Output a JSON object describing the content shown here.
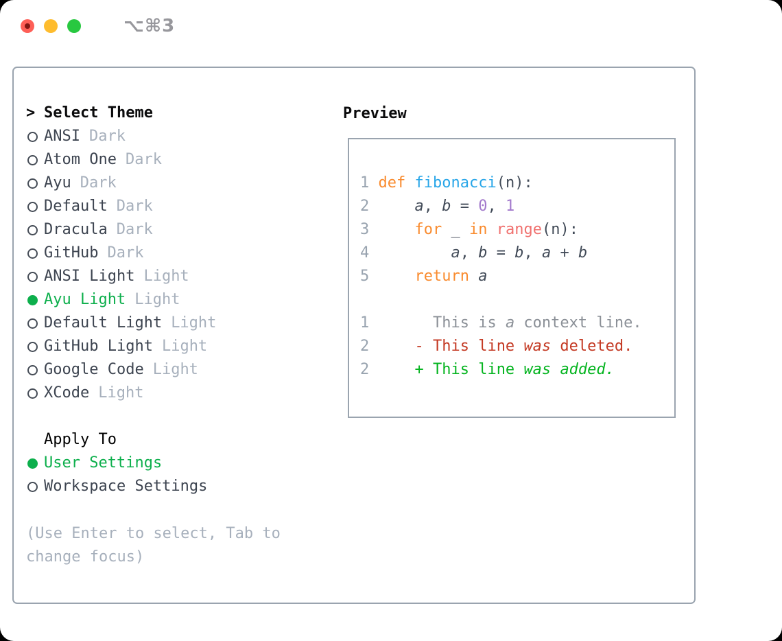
{
  "titlebar": {
    "shortcut": "⌥⌘3"
  },
  "theme_list": {
    "cursor": ">",
    "title": "Select Theme",
    "items": [
      {
        "name": "ANSI",
        "variant": "Dark",
        "selected": false
      },
      {
        "name": "Atom One",
        "variant": "Dark",
        "selected": false
      },
      {
        "name": "Ayu",
        "variant": "Dark",
        "selected": false
      },
      {
        "name": "Default",
        "variant": "Dark",
        "selected": false
      },
      {
        "name": "Dracula",
        "variant": "Dark",
        "selected": false
      },
      {
        "name": "GitHub",
        "variant": "Dark",
        "selected": false
      },
      {
        "name": "ANSI Light",
        "variant": "Light",
        "selected": false
      },
      {
        "name": "Ayu Light",
        "variant": "Light",
        "selected": true
      },
      {
        "name": "Default Light",
        "variant": "Light",
        "selected": false
      },
      {
        "name": "GitHub Light",
        "variant": "Light",
        "selected": false
      },
      {
        "name": "Google Code",
        "variant": "Light",
        "selected": false
      },
      {
        "name": "XCode",
        "variant": "Light",
        "selected": false
      }
    ]
  },
  "apply_to": {
    "title": "Apply To",
    "options": [
      {
        "label": "User Settings",
        "selected": true
      },
      {
        "label": "Workspace Settings",
        "selected": false
      }
    ]
  },
  "help": {
    "line1": "(Use Enter to select, Tab to",
    "line2": "change focus)"
  },
  "preview": {
    "title": "Preview",
    "lines": [
      [
        {
          "t": "1 ",
          "c": "ln"
        },
        {
          "t": "def",
          "c": "kw"
        },
        {
          "t": " ",
          "c": "p"
        },
        {
          "t": "fibonacci",
          "c": "fn"
        },
        {
          "t": "(n):",
          "c": "p"
        }
      ],
      [
        {
          "t": "2 ",
          "c": "ln"
        },
        {
          "t": "    ",
          "c": "p"
        },
        {
          "t": "a",
          "c": "var"
        },
        {
          "t": ", ",
          "c": "p"
        },
        {
          "t": "b",
          "c": "var"
        },
        {
          "t": " = ",
          "c": "p"
        },
        {
          "t": "0",
          "c": "num"
        },
        {
          "t": ", ",
          "c": "p"
        },
        {
          "t": "1",
          "c": "num"
        }
      ],
      [
        {
          "t": "3 ",
          "c": "ln"
        },
        {
          "t": "    ",
          "c": "p"
        },
        {
          "t": "for",
          "c": "kw"
        },
        {
          "t": " _ ",
          "c": "p"
        },
        {
          "t": "in",
          "c": "kw"
        },
        {
          "t": " ",
          "c": "p"
        },
        {
          "t": "range",
          "c": "call"
        },
        {
          "t": "(n):",
          "c": "p"
        }
      ],
      [
        {
          "t": "4 ",
          "c": "ln"
        },
        {
          "t": "        ",
          "c": "p"
        },
        {
          "t": "a",
          "c": "var"
        },
        {
          "t": ", ",
          "c": "p"
        },
        {
          "t": "b",
          "c": "var"
        },
        {
          "t": " = ",
          "c": "p"
        },
        {
          "t": "b",
          "c": "var"
        },
        {
          "t": ", ",
          "c": "p"
        },
        {
          "t": "a",
          "c": "var"
        },
        {
          "t": " + ",
          "c": "p"
        },
        {
          "t": "b",
          "c": "var"
        }
      ],
      [
        {
          "t": "5 ",
          "c": "ln"
        },
        {
          "t": "    ",
          "c": "p"
        },
        {
          "t": "return",
          "c": "kw"
        },
        {
          "t": " ",
          "c": "p"
        },
        {
          "t": "a",
          "c": "var"
        }
      ],
      [],
      [
        {
          "t": "1       ",
          "c": "ln"
        },
        {
          "t": "This is ",
          "c": "ctx"
        },
        {
          "t": "a",
          "c": "ctxi"
        },
        {
          "t": " context line.",
          "c": "ctx"
        }
      ],
      [
        {
          "t": "2     ",
          "c": "ln"
        },
        {
          "t": "- This line ",
          "c": "del"
        },
        {
          "t": "was",
          "c": "deli"
        },
        {
          "t": " deleted.",
          "c": "del"
        }
      ],
      [
        {
          "t": "2     ",
          "c": "ln"
        },
        {
          "t": "+ This line ",
          "c": "add"
        },
        {
          "t": "was",
          "c": "addi"
        },
        {
          "t": " ",
          "c": "add"
        },
        {
          "t": "added.",
          "c": "addi"
        }
      ]
    ]
  },
  "colors": {
    "selected_green": "#0daf4c",
    "keyword_orange": "#f98b2e",
    "function_blue": "#29a6e8",
    "builtin_coral": "#f0716f",
    "number_purple": "#a37acc",
    "deleted_red": "#c43a24",
    "added_green": "#04b41f",
    "muted_gray": "#a7b0bc",
    "border_gray": "#9aa4af",
    "traffic_red": "#fe5f57",
    "traffic_yellow": "#febc2e",
    "traffic_green": "#28c840"
  }
}
